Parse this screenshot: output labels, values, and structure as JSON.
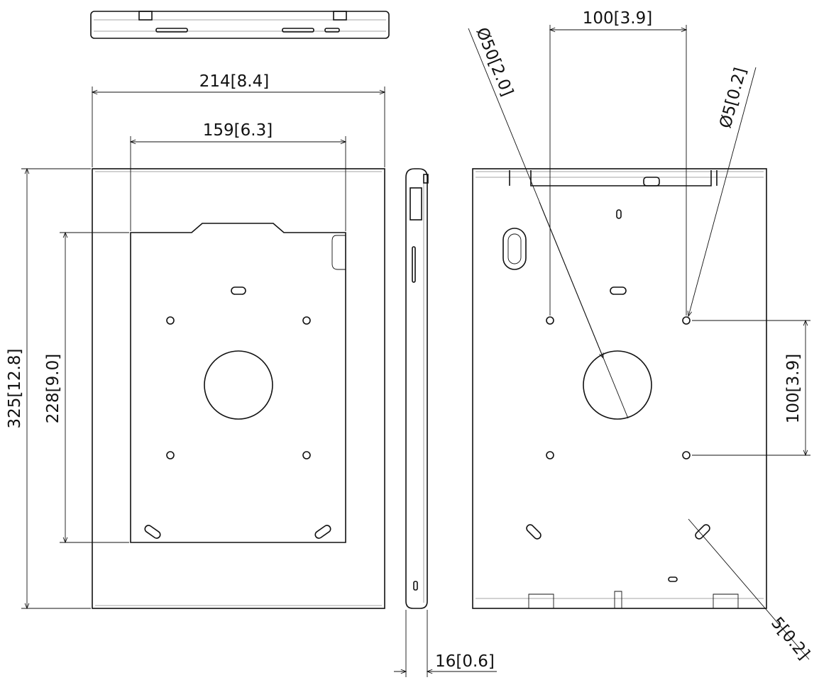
{
  "dimensions": {
    "overall_width": "214[8.4]",
    "inner_width": "159[6.3]",
    "overall_height": "325[12.8]",
    "inner_height": "228[9.0]",
    "depth": "16[0.6]",
    "vesa_horizontal": "100[3.9]",
    "vesa_vertical": "100[3.9]",
    "cable_hole_diameter": "Ø50[2.0]",
    "mount_hole_diameter": "Ø5[0.2]",
    "slot_width": "5[0.2]"
  }
}
